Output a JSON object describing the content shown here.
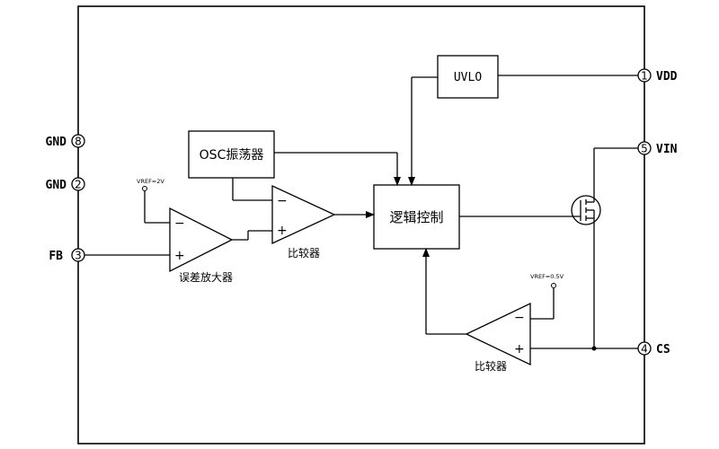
{
  "pins": {
    "gnd8": {
      "name": "GND",
      "number": "8"
    },
    "gnd2": {
      "name": "GND",
      "number": "2"
    },
    "fb": {
      "name": "FB",
      "number": "3"
    },
    "vdd": {
      "name": "VDD",
      "number": "1"
    },
    "vin": {
      "name": "VIN",
      "number": "5"
    },
    "cs": {
      "name": "CS",
      "number": "4"
    }
  },
  "blocks": {
    "uvlo": "UVLO",
    "osc": "OSC振荡器",
    "logic": "逻辑控制"
  },
  "amps": {
    "error_amp": {
      "label": "误差放大器",
      "minus": "−",
      "plus": "+",
      "vref": "VREF=2V"
    },
    "comparator1": {
      "label": "比较器",
      "minus": "−",
      "plus": "+"
    },
    "comparator2": {
      "label": "比较器",
      "minus": "−",
      "plus": "+",
      "vref": "VREF=0.5V"
    }
  }
}
